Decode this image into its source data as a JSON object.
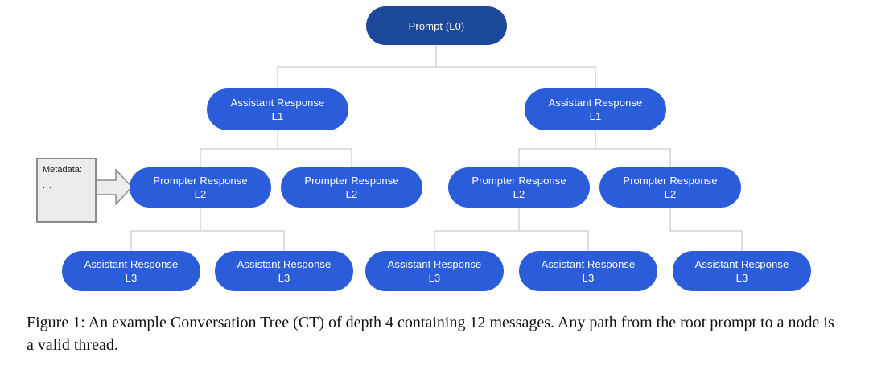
{
  "figure": {
    "caption": "Figure 1: An example Conversation Tree (CT) of depth 4 containing 12 messages. Any path from the root prompt to a node is a valid thread.",
    "depth": 4,
    "message_count": 12
  },
  "tree": {
    "nodes": [
      {
        "id": "L0",
        "label": "Prompt (L0)"
      },
      {
        "id": "L1-1",
        "title": "Assistant Response",
        "level": "L1"
      },
      {
        "id": "L1-2",
        "title": "Assistant Response",
        "level": "L1"
      },
      {
        "id": "L2-1",
        "title": "Prompter Response",
        "level": "L2"
      },
      {
        "id": "L2-2",
        "title": "Prompter Response",
        "level": "L2"
      },
      {
        "id": "L2-3",
        "title": "Prompter Response",
        "level": "L2"
      },
      {
        "id": "L2-4",
        "title": "Prompter Response",
        "level": "L2"
      },
      {
        "id": "L3-1",
        "title": "Assistant Response",
        "level": "L3"
      },
      {
        "id": "L3-2",
        "title": "Assistant Response",
        "level": "L3"
      },
      {
        "id": "L3-3",
        "title": "Assistant Response",
        "level": "L3"
      },
      {
        "id": "L3-4",
        "title": "Assistant Response",
        "level": "L3"
      },
      {
        "id": "L3-5",
        "title": "Assistant Response",
        "level": "L3"
      }
    ],
    "edges": [
      [
        "L0",
        "L1-1"
      ],
      [
        "L0",
        "L1-2"
      ],
      [
        "L1-1",
        "L2-1"
      ],
      [
        "L1-1",
        "L2-2"
      ],
      [
        "L1-2",
        "L2-3"
      ],
      [
        "L1-2",
        "L2-4"
      ],
      [
        "L2-1",
        "L3-1"
      ],
      [
        "L2-1",
        "L3-2"
      ],
      [
        "L2-3",
        "L3-3"
      ],
      [
        "L2-3",
        "L3-4"
      ],
      [
        "L2-4",
        "L3-5"
      ]
    ]
  },
  "metadata_box": {
    "title": "Metadata:",
    "ellipsis": "..."
  },
  "colors": {
    "root_node_fill": "#1b4899",
    "node_fill": "#2b5cd9",
    "node_text": "#ffffff",
    "connector": "#d4d4d4",
    "metadata_fill": "#ececec",
    "metadata_border": "#8a8a8a",
    "caption_text": "#111111"
  }
}
